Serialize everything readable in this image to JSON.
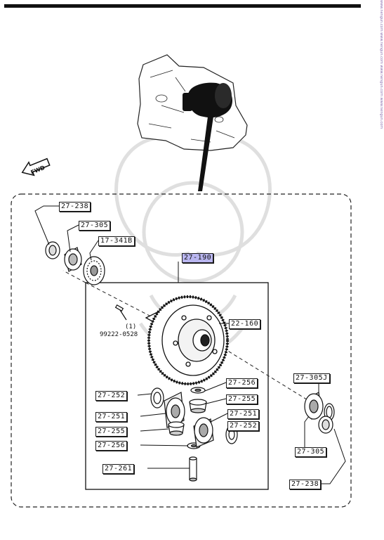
{
  "labels": {
    "l27_238_top": "27-238",
    "l27_305_top": "27-305",
    "l17_341B": "17-341B",
    "l27_190": "27-190",
    "l22_160": "22-160",
    "l27_256_a": "27-256",
    "l27_252_a": "27-252",
    "l27_255_a": "27-255",
    "l27_251_a": "27-251",
    "l27_251_b": "27-251",
    "l27_255_b": "27-255",
    "l27_252_b": "27-252",
    "l27_256_b": "27-256",
    "l27_261": "27-261",
    "l27_305J": "27-305J",
    "l27_305_bottom": "27-305",
    "l27_238_bottom": "27-238"
  },
  "fwd": "FWD",
  "pin_qty": "(1)",
  "pin_part": "99222-0528",
  "side_strip": "www.nengun.com www.nengun.com www.nengun.com www.nengun.com",
  "colors": {
    "highlight": "#b9b6f0",
    "ink": "#1a1a1a",
    "strip": "#8a6fb0"
  }
}
